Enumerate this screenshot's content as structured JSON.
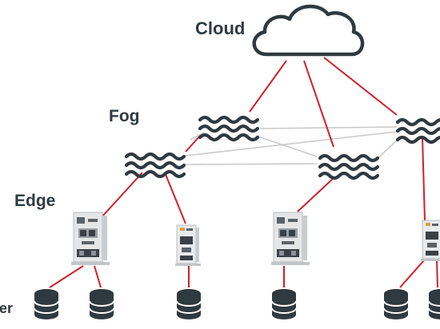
{
  "labels": {
    "cloud": "Cloud",
    "fog": "Fog",
    "edge": "Edge",
    "controller_partial": "ler"
  },
  "icons": {
    "cloud": "cloud-icon",
    "fog_node": "wave-icon",
    "edge_device": "industrial-pc-icon",
    "controller": "database-icon"
  },
  "colors": {
    "link_primary": "#d0202a",
    "link_secondary": "#c9c9c9",
    "ink": "#2f3a40"
  }
}
